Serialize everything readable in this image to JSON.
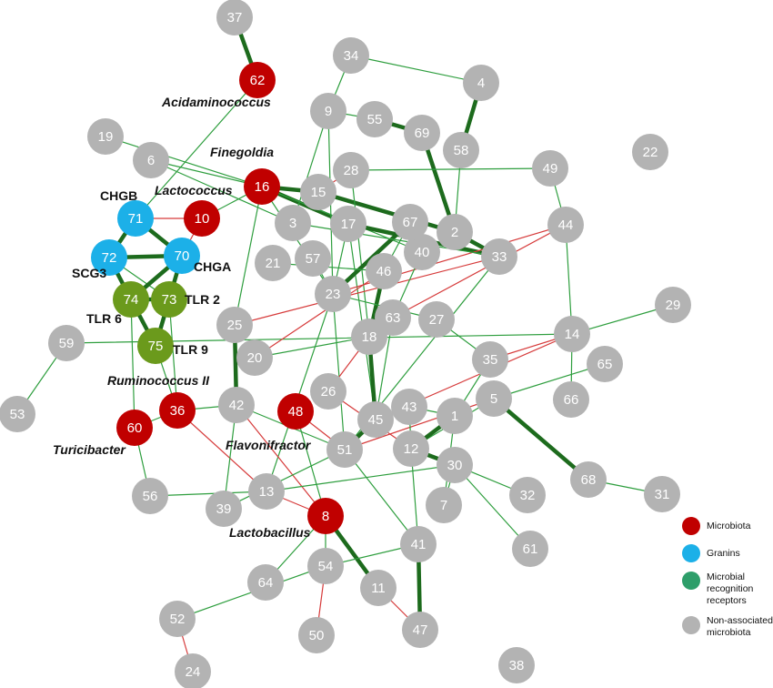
{
  "colors": {
    "microbiota": "#c00000",
    "granins": "#1cb0e8",
    "receptors": "#6b9a1c",
    "non_associated": "#b3b3b3",
    "edge_positive": "#2e9e3e",
    "edge_positive_strong": "#1d6b1d",
    "edge_negative": "#d63a3a"
  },
  "nodes": [
    {
      "id": "1",
      "group": "non_associated"
    },
    {
      "id": "2",
      "group": "non_associated"
    },
    {
      "id": "3",
      "group": "non_associated"
    },
    {
      "id": "4",
      "group": "non_associated"
    },
    {
      "id": "5",
      "group": "non_associated"
    },
    {
      "id": "6",
      "group": "non_associated"
    },
    {
      "id": "7",
      "group": "non_associated"
    },
    {
      "id": "8",
      "group": "microbiota"
    },
    {
      "id": "9",
      "group": "non_associated"
    },
    {
      "id": "10",
      "group": "microbiota"
    },
    {
      "id": "11",
      "group": "non_associated"
    },
    {
      "id": "12",
      "group": "non_associated"
    },
    {
      "id": "13",
      "group": "non_associated"
    },
    {
      "id": "14",
      "group": "non_associated"
    },
    {
      "id": "15",
      "group": "non_associated"
    },
    {
      "id": "16",
      "group": "microbiota"
    },
    {
      "id": "17",
      "group": "non_associated"
    },
    {
      "id": "18",
      "group": "non_associated"
    },
    {
      "id": "19",
      "group": "non_associated"
    },
    {
      "id": "20",
      "group": "non_associated"
    },
    {
      "id": "21",
      "group": "non_associated"
    },
    {
      "id": "22",
      "group": "non_associated"
    },
    {
      "id": "23",
      "group": "non_associated"
    },
    {
      "id": "24",
      "group": "non_associated"
    },
    {
      "id": "25",
      "group": "non_associated"
    },
    {
      "id": "26",
      "group": "non_associated"
    },
    {
      "id": "27",
      "group": "non_associated"
    },
    {
      "id": "28",
      "group": "non_associated"
    },
    {
      "id": "29",
      "group": "non_associated"
    },
    {
      "id": "30",
      "group": "non_associated"
    },
    {
      "id": "31",
      "group": "non_associated"
    },
    {
      "id": "32",
      "group": "non_associated"
    },
    {
      "id": "33",
      "group": "non_associated"
    },
    {
      "id": "34",
      "group": "non_associated"
    },
    {
      "id": "35",
      "group": "non_associated"
    },
    {
      "id": "36",
      "group": "microbiota"
    },
    {
      "id": "37",
      "group": "non_associated"
    },
    {
      "id": "38",
      "group": "non_associated"
    },
    {
      "id": "39",
      "group": "non_associated"
    },
    {
      "id": "40",
      "group": "non_associated"
    },
    {
      "id": "41",
      "group": "non_associated"
    },
    {
      "id": "42",
      "group": "non_associated"
    },
    {
      "id": "43",
      "group": "non_associated"
    },
    {
      "id": "44",
      "group": "non_associated"
    },
    {
      "id": "45",
      "group": "non_associated"
    },
    {
      "id": "46",
      "group": "non_associated"
    },
    {
      "id": "47",
      "group": "non_associated"
    },
    {
      "id": "48",
      "group": "microbiota"
    },
    {
      "id": "49",
      "group": "non_associated"
    },
    {
      "id": "50",
      "group": "non_associated"
    },
    {
      "id": "51",
      "group": "non_associated"
    },
    {
      "id": "52",
      "group": "non_associated"
    },
    {
      "id": "53",
      "group": "non_associated"
    },
    {
      "id": "54",
      "group": "non_associated"
    },
    {
      "id": "55",
      "group": "non_associated"
    },
    {
      "id": "56",
      "group": "non_associated"
    },
    {
      "id": "57",
      "group": "non_associated"
    },
    {
      "id": "58",
      "group": "non_associated"
    },
    {
      "id": "59",
      "group": "non_associated"
    },
    {
      "id": "60",
      "group": "microbiota"
    },
    {
      "id": "61",
      "group": "non_associated"
    },
    {
      "id": "62",
      "group": "microbiota"
    },
    {
      "id": "63",
      "group": "non_associated"
    },
    {
      "id": "64",
      "group": "non_associated"
    },
    {
      "id": "65",
      "group": "non_associated"
    },
    {
      "id": "66",
      "group": "non_associated"
    },
    {
      "id": "67",
      "group": "non_associated"
    },
    {
      "id": "68",
      "group": "non_associated"
    },
    {
      "id": "69",
      "group": "non_associated"
    },
    {
      "id": "70",
      "group": "granins"
    },
    {
      "id": "71",
      "group": "granins"
    },
    {
      "id": "72",
      "group": "granins"
    },
    {
      "id": "73",
      "group": "receptors"
    },
    {
      "id": "74",
      "group": "receptors"
    },
    {
      "id": "75",
      "group": "receptors"
    }
  ],
  "edges": [
    {
      "s": "37",
      "t": "62",
      "w": "strong"
    },
    {
      "s": "62",
      "t": "71",
      "w": "normal"
    },
    {
      "s": "16",
      "t": "17",
      "w": "strong"
    },
    {
      "s": "16",
      "t": "15",
      "w": "strong"
    },
    {
      "s": "16",
      "t": "23",
      "w": "normal"
    },
    {
      "s": "16",
      "t": "10",
      "w": "normal"
    },
    {
      "s": "16",
      "t": "6",
      "w": "normal"
    },
    {
      "s": "16",
      "t": "25",
      "w": "normal"
    },
    {
      "s": "16",
      "t": "40",
      "w": "normal"
    },
    {
      "s": "15",
      "t": "2",
      "w": "strong"
    },
    {
      "s": "17",
      "t": "23",
      "w": "normal"
    },
    {
      "s": "17",
      "t": "45",
      "w": "normal"
    },
    {
      "s": "17",
      "t": "33",
      "w": "strong"
    },
    {
      "s": "2",
      "t": "33",
      "w": "strong"
    },
    {
      "s": "2",
      "t": "69",
      "w": "strong"
    },
    {
      "s": "55",
      "t": "69",
      "w": "strong"
    },
    {
      "s": "9",
      "t": "55",
      "w": "normal"
    },
    {
      "s": "9",
      "t": "34",
      "w": "normal"
    },
    {
      "s": "9",
      "t": "23",
      "w": "normal"
    },
    {
      "s": "9",
      "t": "3",
      "w": "normal"
    },
    {
      "s": "34",
      "t": "4",
      "w": "normal"
    },
    {
      "s": "4",
      "t": "58",
      "w": "strong"
    },
    {
      "s": "58",
      "t": "2",
      "w": "normal"
    },
    {
      "s": "28",
      "t": "49",
      "w": "normal"
    },
    {
      "s": "28",
      "t": "15",
      "w": "negative"
    },
    {
      "s": "28",
      "t": "18",
      "w": "normal"
    },
    {
      "s": "49",
      "t": "44",
      "w": "normal"
    },
    {
      "s": "44",
      "t": "63",
      "w": "negative"
    },
    {
      "s": "44",
      "t": "23",
      "w": "negative"
    },
    {
      "s": "44",
      "t": "14",
      "w": "normal"
    },
    {
      "s": "14",
      "t": "29",
      "w": "normal"
    },
    {
      "s": "14",
      "t": "35",
      "w": "negative"
    },
    {
      "s": "14",
      "t": "66",
      "w": "normal"
    },
    {
      "s": "14",
      "t": "45",
      "w": "negative"
    },
    {
      "s": "65",
      "t": "5",
      "w": "normal"
    },
    {
      "s": "5",
      "t": "68",
      "w": "strong"
    },
    {
      "s": "5",
      "t": "12",
      "w": "normal"
    },
    {
      "s": "5",
      "t": "51",
      "w": "negative"
    },
    {
      "s": "68",
      "t": "31",
      "w": "normal"
    },
    {
      "s": "35",
      "t": "1",
      "w": "normal"
    },
    {
      "s": "35",
      "t": "27",
      "w": "normal"
    },
    {
      "s": "33",
      "t": "51",
      "w": "normal"
    },
    {
      "s": "33",
      "t": "25",
      "w": "negative"
    },
    {
      "s": "46",
      "t": "18",
      "w": "strong"
    },
    {
      "s": "46",
      "t": "67",
      "w": "normal"
    },
    {
      "s": "67",
      "t": "23",
      "w": "strong"
    },
    {
      "s": "40",
      "t": "63",
      "w": "normal"
    },
    {
      "s": "63",
      "t": "45",
      "w": "normal"
    },
    {
      "s": "27",
      "t": "23",
      "w": "normal"
    },
    {
      "s": "23",
      "t": "13",
      "w": "normal"
    },
    {
      "s": "23",
      "t": "51",
      "w": "normal"
    },
    {
      "s": "18",
      "t": "45",
      "w": "strong"
    },
    {
      "s": "18",
      "t": "26",
      "w": "negative"
    },
    {
      "s": "45",
      "t": "51",
      "w": "strong"
    },
    {
      "s": "43",
      "t": "1",
      "w": "normal"
    },
    {
      "s": "43",
      "t": "12",
      "w": "normal"
    },
    {
      "s": "1",
      "t": "12",
      "w": "strong"
    },
    {
      "s": "1",
      "t": "7",
      "w": "normal"
    },
    {
      "s": "12",
      "t": "30",
      "w": "strong"
    },
    {
      "s": "30",
      "t": "32",
      "w": "normal"
    },
    {
      "s": "30",
      "t": "61",
      "w": "normal"
    },
    {
      "s": "30",
      "t": "7",
      "w": "normal"
    },
    {
      "s": "41",
      "t": "47",
      "w": "strong"
    },
    {
      "s": "41",
      "t": "12",
      "w": "normal"
    },
    {
      "s": "41",
      "t": "51",
      "w": "normal"
    },
    {
      "s": "8",
      "t": "11",
      "w": "strong"
    },
    {
      "s": "8",
      "t": "54",
      "w": "normal"
    },
    {
      "s": "8",
      "t": "13",
      "w": "negative"
    },
    {
      "s": "8",
      "t": "48",
      "w": "normal"
    },
    {
      "s": "54",
      "t": "50",
      "w": "negative"
    },
    {
      "s": "54",
      "t": "41",
      "w": "normal"
    },
    {
      "s": "11",
      "t": "47",
      "w": "negative"
    },
    {
      "s": "64",
      "t": "8",
      "w": "normal"
    },
    {
      "s": "52",
      "t": "24",
      "w": "negative"
    },
    {
      "s": "52",
      "t": "54",
      "w": "normal"
    },
    {
      "s": "59",
      "t": "53",
      "w": "normal"
    },
    {
      "s": "59",
      "t": "14",
      "w": "normal"
    },
    {
      "s": "71",
      "t": "72",
      "w": "strong"
    },
    {
      "s": "71",
      "t": "70",
      "w": "strong"
    },
    {
      "s": "71",
      "t": "10",
      "w": "negative"
    },
    {
      "s": "72",
      "t": "70",
      "w": "strong"
    },
    {
      "s": "72",
      "t": "74",
      "w": "strong"
    },
    {
      "s": "72",
      "t": "73",
      "w": "normal"
    },
    {
      "s": "70",
      "t": "74",
      "w": "strong"
    },
    {
      "s": "70",
      "t": "73",
      "w": "strong"
    },
    {
      "s": "70",
      "t": "10",
      "w": "negative"
    },
    {
      "s": "74",
      "t": "75",
      "w": "strong"
    },
    {
      "s": "73",
      "t": "75",
      "w": "strong"
    },
    {
      "s": "74",
      "t": "73",
      "w": "strong"
    },
    {
      "s": "74",
      "t": "60",
      "w": "normal"
    },
    {
      "s": "75",
      "t": "36",
      "w": "normal"
    },
    {
      "s": "73",
      "t": "36",
      "w": "normal"
    },
    {
      "s": "60",
      "t": "36",
      "w": "normal"
    },
    {
      "s": "36",
      "t": "42",
      "w": "normal"
    },
    {
      "s": "36",
      "t": "13",
      "w": "negative"
    },
    {
      "s": "60",
      "t": "56",
      "w": "normal"
    },
    {
      "s": "42",
      "t": "39",
      "w": "normal"
    },
    {
      "s": "42",
      "t": "51",
      "w": "normal"
    },
    {
      "s": "42",
      "t": "8",
      "w": "negative"
    },
    {
      "s": "20",
      "t": "18",
      "w": "normal"
    },
    {
      "s": "20",
      "t": "46",
      "w": "negative"
    },
    {
      "s": "25",
      "t": "42",
      "w": "strong"
    },
    {
      "s": "21",
      "t": "46",
      "w": "normal"
    },
    {
      "s": "57",
      "t": "23",
      "w": "normal"
    },
    {
      "s": "3",
      "t": "33",
      "w": "normal"
    },
    {
      "s": "48",
      "t": "51",
      "w": "negative"
    },
    {
      "s": "56",
      "t": "13",
      "w": "normal"
    },
    {
      "s": "13",
      "t": "30",
      "w": "normal"
    },
    {
      "s": "39",
      "t": "51",
      "w": "normal"
    },
    {
      "s": "26",
      "t": "12",
      "w": "negative"
    },
    {
      "s": "19",
      "t": "16",
      "w": "normal"
    },
    {
      "s": "6",
      "t": "3",
      "w": "normal"
    }
  ],
  "annotations": {
    "acidaminococcus": "Acidaminococcus",
    "finegoldia": "Finegoldia",
    "lactococcus": "Lactococcus",
    "chgb": "CHGB",
    "chga": "CHGA",
    "scg3": "SCG3",
    "tlr2": "TLR 2",
    "tlr6": "TLR 6",
    "tlr9": "TLR 9",
    "ruminococcus": "Ruminococcus II",
    "turicibacter": "Turicibacter",
    "flavonifractor": "Flavonifractor",
    "lactobacillus": "Lactobacillus"
  },
  "legend": [
    {
      "key": "microbiota",
      "label": "Microbiota",
      "color": "#c00000"
    },
    {
      "key": "granins",
      "label": "Granins",
      "color": "#1cb0e8"
    },
    {
      "key": "receptors",
      "label": "Microbial\nrecognition\nreceptors",
      "color": "#2e9e6a"
    },
    {
      "key": "non_associated",
      "label": "Non-associated\nmicrobiota",
      "color": "#b3b3b3"
    }
  ]
}
